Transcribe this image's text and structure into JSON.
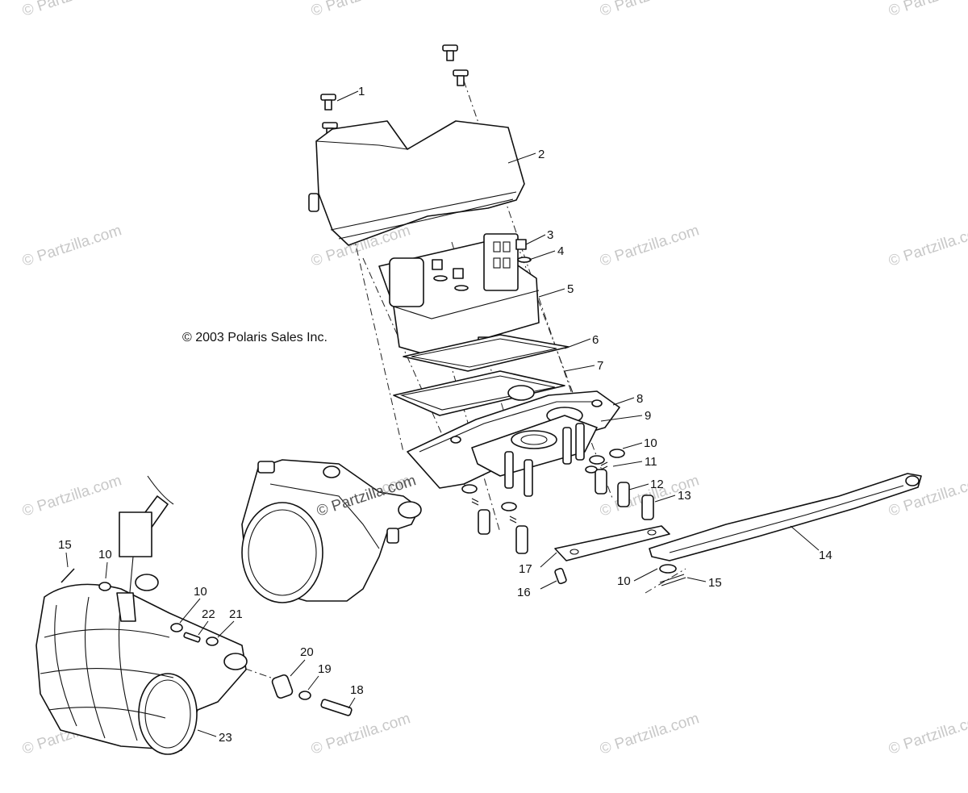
{
  "copyright": "© 2003 Polaris Sales Inc.",
  "watermark": "© Partzilla.com",
  "colors": {
    "line": "#111111",
    "watermark": "#c8c8c8",
    "background": "#ffffff"
  },
  "callouts": [
    "1",
    "2",
    "3",
    "4",
    "5",
    "6",
    "7",
    "8",
    "9",
    "10",
    "11",
    "12",
    "13",
    "14",
    "15",
    "16",
    "17",
    "10",
    "10",
    "15",
    "10",
    "22",
    "21",
    "20",
    "19",
    "18",
    "23"
  ]
}
